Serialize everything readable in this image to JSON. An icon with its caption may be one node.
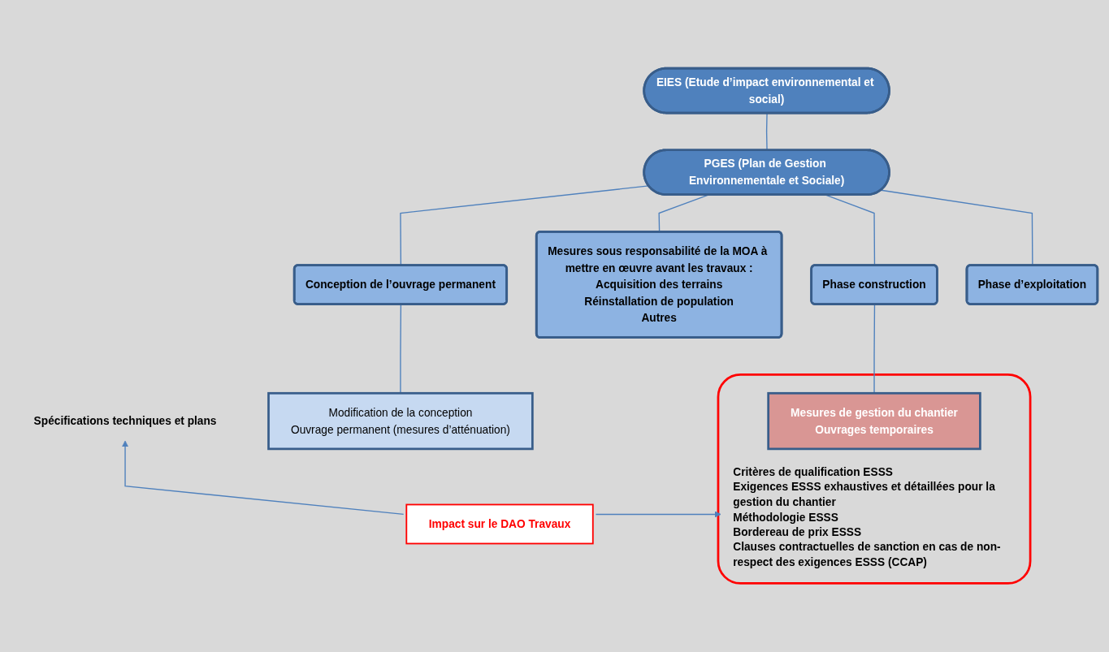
{
  "diagram": {
    "nodes": [
      {
        "text": [
          "EIES (Etude d’impact environnemental et social)"
        ]
      },
      {
        "text": [
          "PGES (Plan de Gestion Environnementale et Sociale)"
        ]
      },
      {
        "text": [
          "Conception de l’ouvrage permanent"
        ]
      },
      {
        "text": [
          "Mesures sous responsabilité de la MOA à mettre en œuvre avant les travaux :",
          "Acquisition des terrains",
          "Réinstallation de population",
          "Autres"
        ]
      },
      {
        "text": [
          "Phase construction"
        ]
      },
      {
        "text": [
          "Phase d’exploitation"
        ]
      },
      {
        "text": [
          "Critères de qualification ESSS",
          "Exigences ESSS exhaustives et détaillées pour la gestion du chantier",
          "Méthodologie ESSS",
          "Bordereau de prix ESSS",
          "Clauses contractuelles de sanction en cas de non-respect des exigences ESSS (CCAP)"
        ]
      },
      {
        "text": [
          "Mesures de gestion du chantier",
          "Ouvrages temporaires"
        ],
        "in": 6
      },
      {
        "text": [
          "Modification de la conception",
          "Ouvrage permanent (mesures d’atténuation)"
        ]
      },
      {
        "text": [
          "Spécifications techniques et plans"
        ]
      },
      {
        "text": [
          "Impact sur le DAO Travaux"
        ]
      }
    ],
    "edges": [
      {
        "from": 0,
        "to": 1,
        "arrow": "none"
      },
      {
        "from": 1,
        "to": 2,
        "arrow": "none"
      },
      {
        "from": 1,
        "to": 3,
        "arrow": "none"
      },
      {
        "from": 1,
        "to": 4,
        "arrow": "none"
      },
      {
        "from": 1,
        "to": 5,
        "arrow": "none"
      },
      {
        "from": 2,
        "to": 8,
        "arrow": "none"
      },
      {
        "from": 4,
        "to": 7,
        "arrow": "none"
      },
      {
        "from": 10,
        "to": 9,
        "arrow": "to"
      },
      {
        "from": 10,
        "to": 6,
        "arrow": "to"
      }
    ]
  }
}
